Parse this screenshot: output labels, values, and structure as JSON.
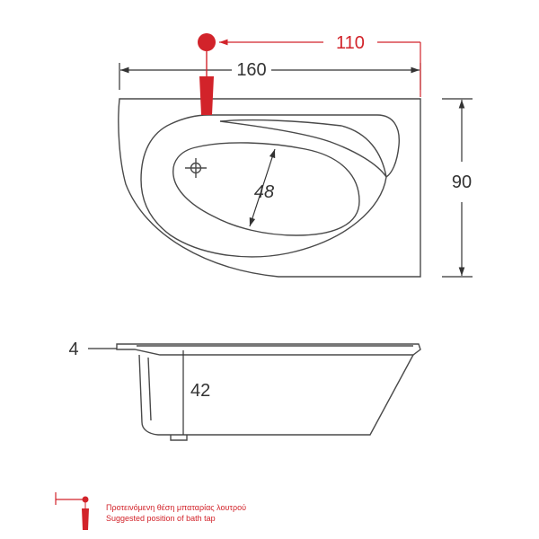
{
  "colors": {
    "line": "#333333",
    "accent": "#d2232a",
    "outline": "#4a4a4a"
  },
  "top_view": {
    "length": "160",
    "width": "90",
    "tap_offset": "110",
    "basin_width": "48"
  },
  "side_view": {
    "rim_thickness": "4",
    "depth": "42"
  },
  "legend": {
    "icon": "bath-tap-icon",
    "text_greek": "Προτεινόμενη θέση μπαταρίας λουτρού",
    "text_english": "Suggested position of bath tap"
  }
}
